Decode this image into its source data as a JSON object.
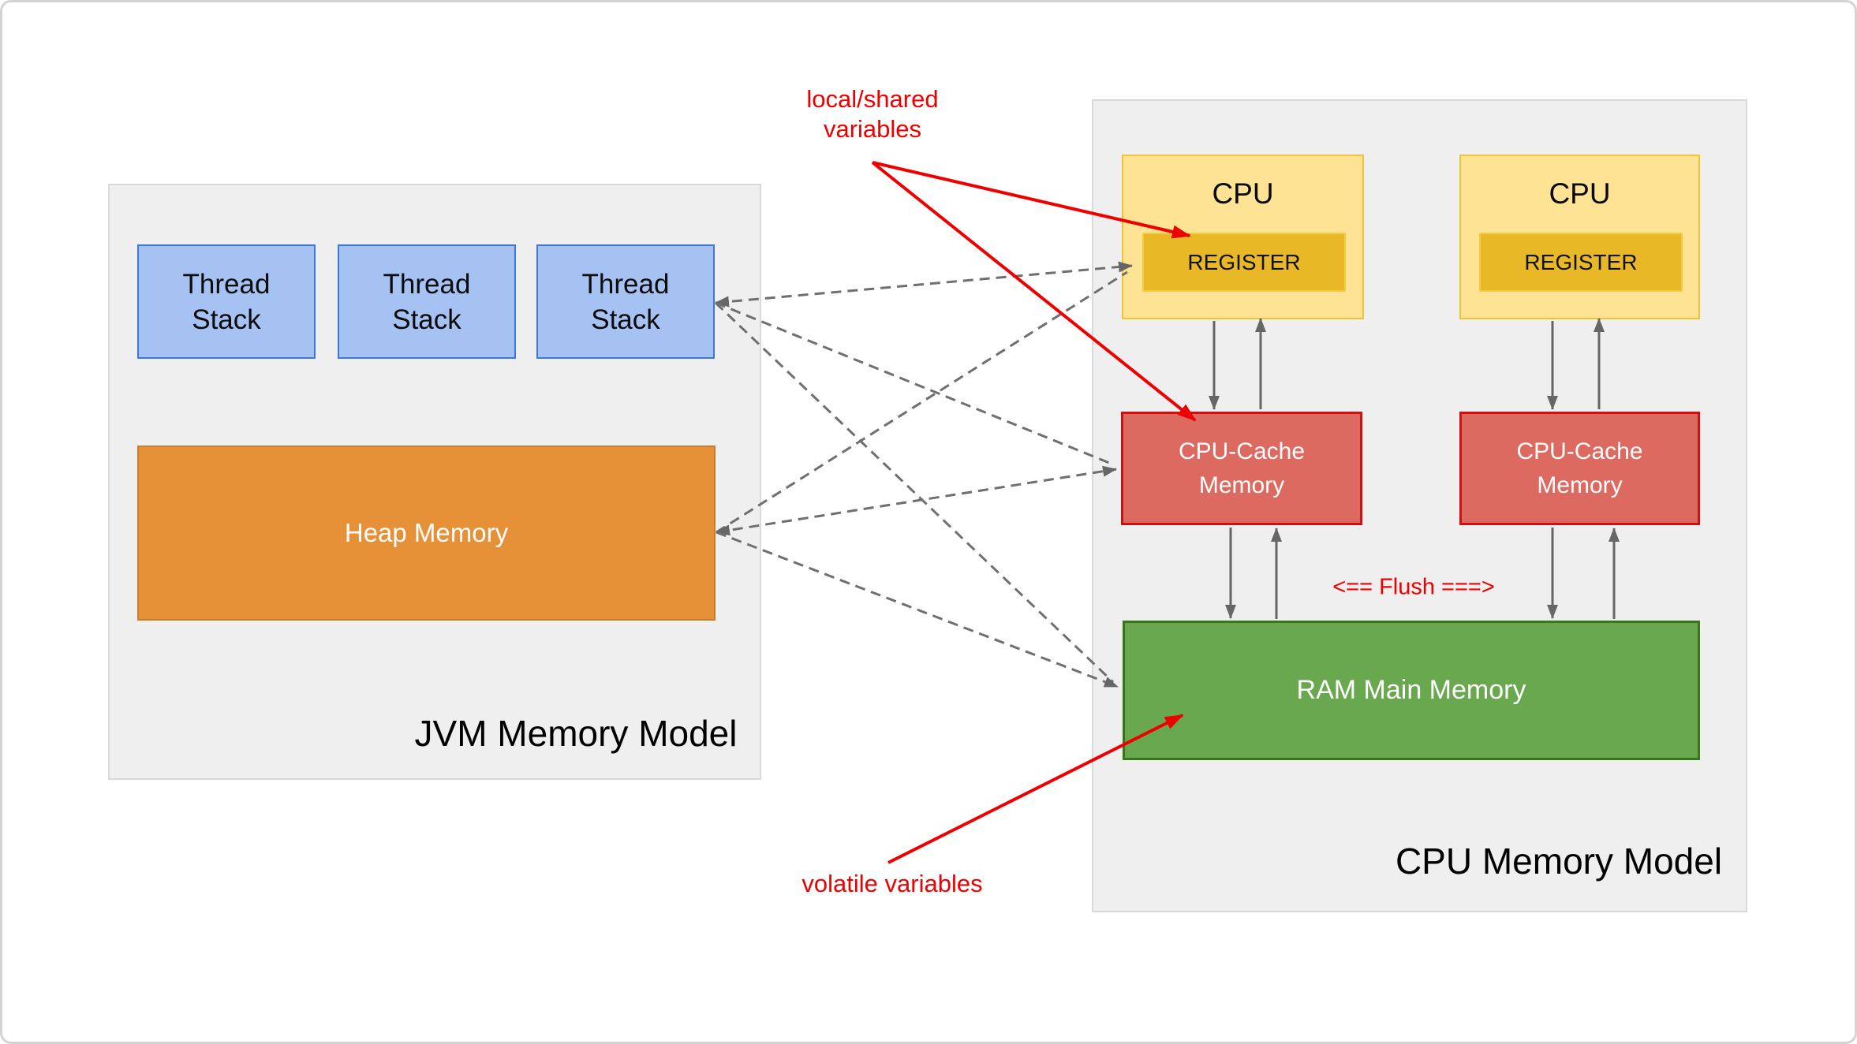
{
  "diagram": {
    "jvm": {
      "title": "JVM Memory Model",
      "thread_stacks": [
        "Thread Stack",
        "Thread Stack",
        "Thread Stack"
      ],
      "heap_label": "Heap Memory"
    },
    "cpu": {
      "title": "CPU Memory Model",
      "cpus": [
        {
          "label": "CPU",
          "register_label": "REGISTER"
        },
        {
          "label": "CPU",
          "register_label": "REGISTER"
        }
      ],
      "caches": [
        "CPU-Cache Memory",
        "CPU-Cache Memory"
      ],
      "ram_label": "RAM Main Memory",
      "flush_label": "<== Flush ===>"
    },
    "annotations": {
      "local_shared": "local/shared\nvariables",
      "volatile": "volatile variables"
    },
    "colors": {
      "container_fill": "#efefef",
      "container_border": "#d9d9d9",
      "thread_fill": "#a5c2f2",
      "thread_border": "#3d78d8",
      "heap_fill": "#e69138",
      "heap_border": "#c77e2b",
      "cpu_fill": "#ffe394",
      "cpu_border": "#f1c232",
      "register_fill": "#e9b826",
      "register_border": "#f3ca44",
      "cache_fill": "#dd6a60",
      "cache_border": "#cc1111",
      "ram_fill": "#6aa84f",
      "ram_border": "#38761d",
      "annotation_red": "#ee0000",
      "arrow_gray": "#666666"
    }
  }
}
